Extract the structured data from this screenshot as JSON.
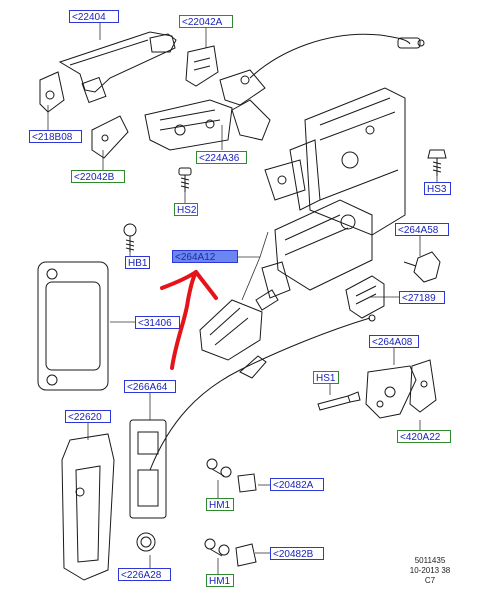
{
  "labels": {
    "l22404": "<22404",
    "l22042A": "<22042A",
    "l218B08": "<218B08",
    "l22042B": "<22042B",
    "l224A36": "<224A36",
    "lHS3": "HS3",
    "lHS2": "HS2",
    "l264A58": "<264A58",
    "l264A12": "<264A12",
    "lHB1": "HB1",
    "l27189": "<27189",
    "l31406": "<31406",
    "l264A08": "<264A08",
    "lHS1": "HS1",
    "l266A64": "<266A64",
    "l420A22": "<420A22",
    "l22620": "<22620",
    "l20482A": "<20482A",
    "lHM1a": "HM1",
    "l20482B": "<20482B",
    "l226A28": "<226A28",
    "lHM1b": "HM1"
  },
  "footer": {
    "line1": "5011435",
    "line2": "10-2013 38",
    "line3": "C7"
  },
  "colors": {
    "label_blue": "#2d37d8",
    "label_green": "#2f8a2f",
    "selected_fill": "#6b86f0",
    "annotation_red": "#e5141b"
  }
}
